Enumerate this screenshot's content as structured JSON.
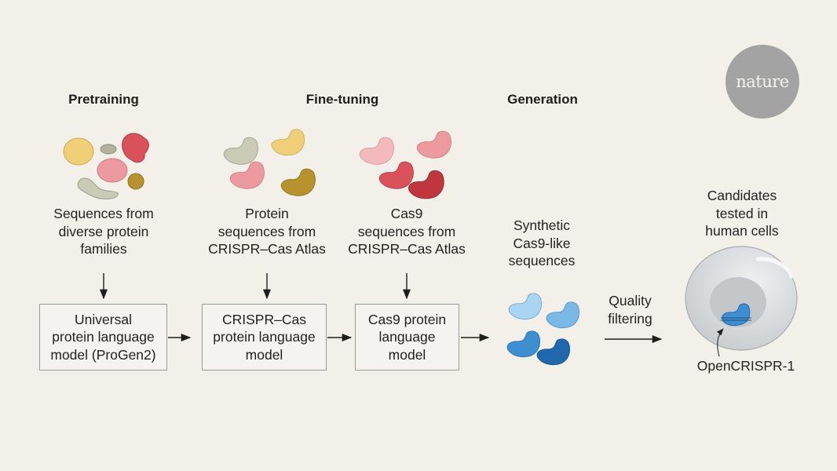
{
  "logo": {
    "text": "nature"
  },
  "stages": {
    "pretraining": "Pretraining",
    "finetuning": "Fine-tuning",
    "generation": "Generation"
  },
  "captions": {
    "diverse": [
      "Sequences from",
      "diverse protein",
      "families"
    ],
    "crispr_atlas": [
      "Protein",
      "sequences from",
      "CRISPR–Cas Atlas"
    ],
    "cas9_atlas": [
      "Cas9",
      "sequences from",
      "CRISPR–Cas Atlas"
    ],
    "synthetic": [
      "Synthetic",
      "Cas9-like",
      "sequences"
    ],
    "candidates": [
      "Candidates",
      "tested in",
      "human cells"
    ]
  },
  "boxes": {
    "universal": [
      "Universal",
      "protein language",
      "model (ProGen2)"
    ],
    "crispr": [
      "CRISPR–Cas",
      "protein language",
      "model"
    ],
    "cas9": [
      "Cas9 protein",
      "language",
      "model"
    ]
  },
  "filter_label": [
    "Quality",
    "filtering"
  ],
  "result_label": "OpenCRISPR-1",
  "colors": {
    "background": "#f3f0ea",
    "yellow": "#f0cf78",
    "sage": "#c9cbb7",
    "ochre": "#b8922f",
    "pink": "#ec9aa0",
    "light_pink": "#f3b9bd",
    "red": "#d9515a",
    "dark_red": "#c0363f",
    "light_blue": "#a9d4f2",
    "mid_blue": "#7ab8e6",
    "blue": "#3f8fd0",
    "dark_blue": "#1f68ad",
    "cell": "#d9dcde",
    "nucleus": "#c3c7ca"
  }
}
